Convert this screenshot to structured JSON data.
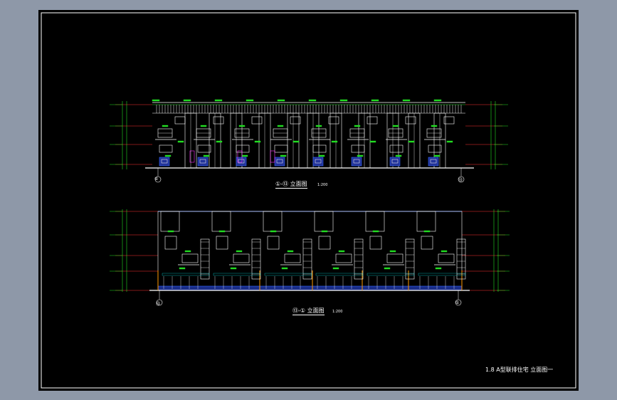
{
  "drawing": {
    "upper_elevation": {
      "title": "①-⑬ 立面图",
      "scale": "1:200",
      "left_axis": "①",
      "right_axis": "⑬"
    },
    "lower_elevation": {
      "title": "⑬-① 立面图",
      "scale": "1:200",
      "left_axis": "⑬",
      "right_axis": "①"
    },
    "sheet_title": "1.8  A型联排住宅  立面图一"
  },
  "colors": {
    "background": "#000000",
    "outer": "#8e98a8",
    "line_white": "#ffffff",
    "line_green": "#22dd22",
    "line_red": "#ff3333",
    "line_blue": "#3366ff",
    "line_cyan": "#00cccc",
    "line_magenta": "#ff33ff",
    "line_yellow": "#dddd00"
  }
}
